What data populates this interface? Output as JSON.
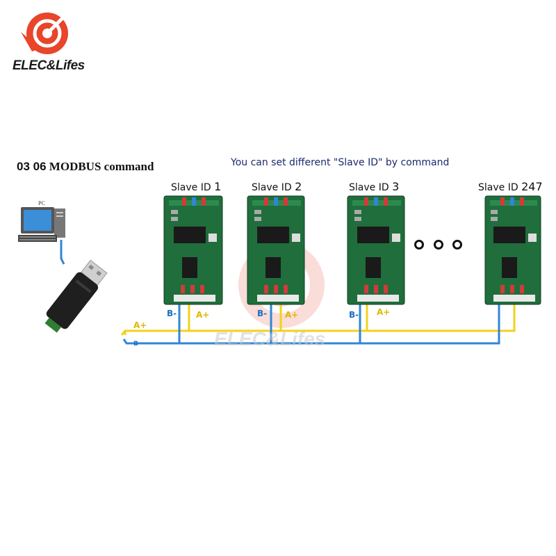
{
  "brand": {
    "name": "ELEC&Lifes",
    "accent": "#e8452b"
  },
  "watermark": "ELEC&Lifes",
  "command_title": {
    "num": "03 06",
    "text": " MODBUS command"
  },
  "subtitle": "You can set different \"Slave ID\" by command",
  "pc_label": "PC",
  "slaves": [
    {
      "label": "Slave ID ",
      "id": "1"
    },
    {
      "label": "Slave ID ",
      "id": "2"
    },
    {
      "label": "Slave ID ",
      "id": "3"
    },
    {
      "label": "Slave ID ",
      "id": "247"
    }
  ],
  "wire_labels": {
    "b": "B-",
    "a": "A+",
    "b_short": "B"
  },
  "colors": {
    "bus_a": "#f2d21a",
    "bus_b": "#2f86d6",
    "pcb": "#1f6e3c",
    "subtitle": "#1a2a6c"
  }
}
